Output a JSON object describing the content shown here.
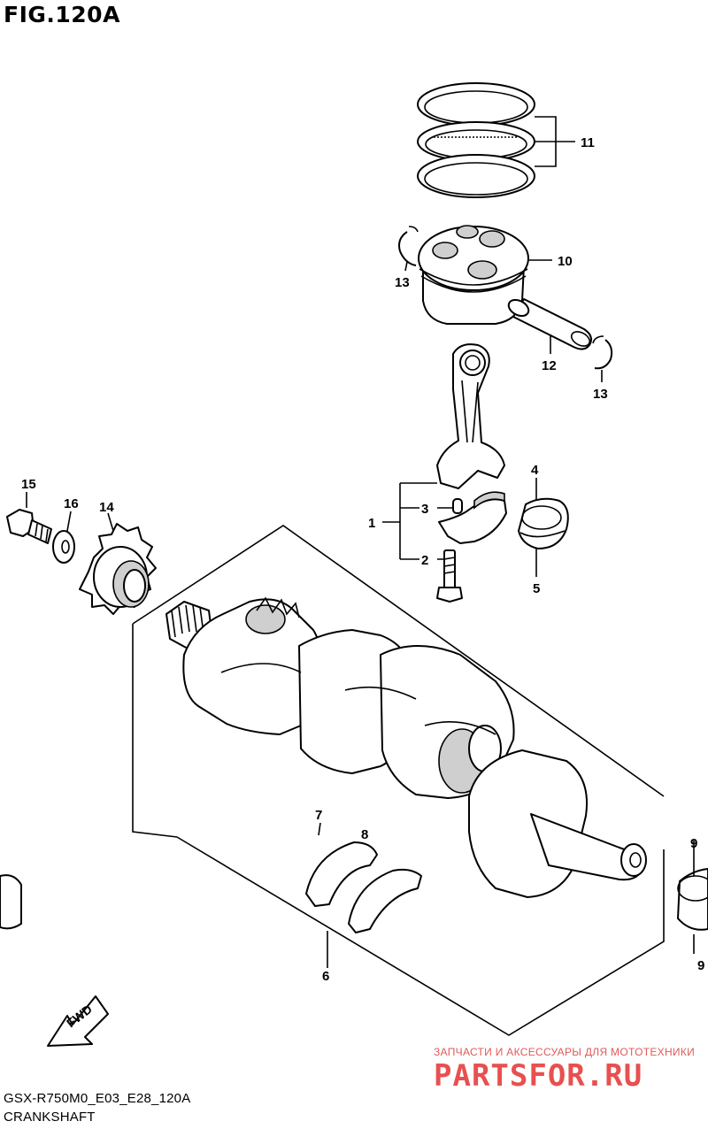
{
  "figure": {
    "title": "FIG.120A",
    "code": "GSX-R750M0_E03_E28_120A",
    "name": "CRANKSHAFT"
  },
  "callouts": {
    "c1": "1",
    "c2": "2",
    "c3": "3",
    "c4": "4",
    "c5": "5",
    "c6": "6",
    "c7": "7",
    "c8": "8",
    "c9a": "9",
    "c9b": "9",
    "c10": "10",
    "c11": "11",
    "c12": "12",
    "c13a": "13",
    "c13b": "13",
    "c14": "14",
    "c15": "15",
    "c16": "16"
  },
  "fwd_label": "FWD",
  "watermark": {
    "tagline": "ЗАПЧАСТИ И АКСЕССУАРЫ ДЛЯ МОТОТЕХНИКИ",
    "brand": "PARTSFOR.RU",
    "color": "#e85050"
  }
}
